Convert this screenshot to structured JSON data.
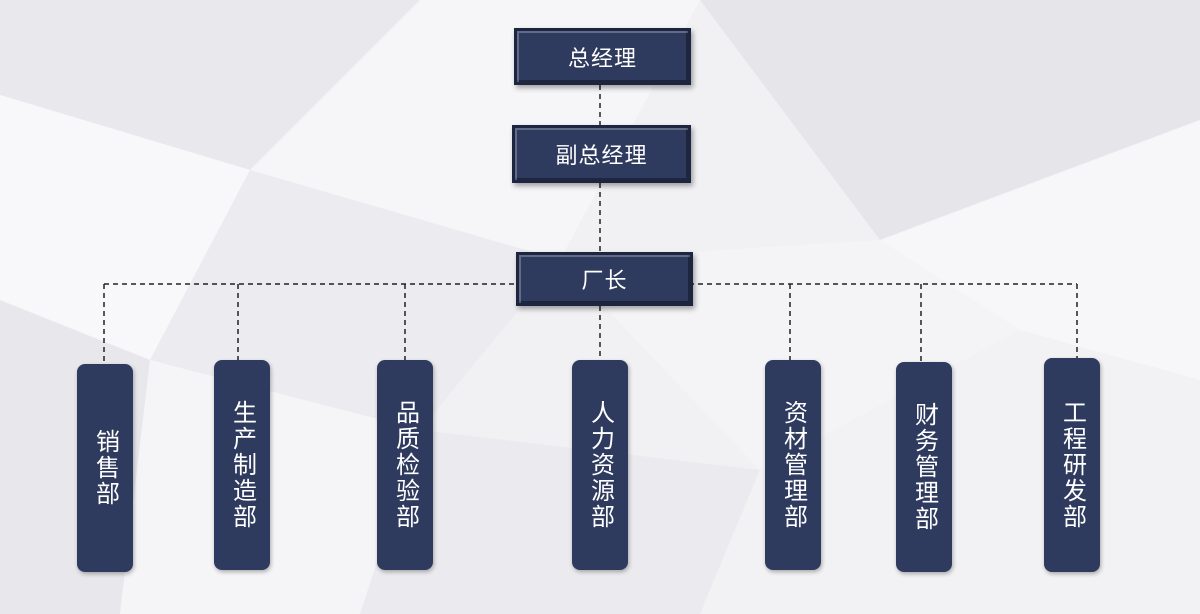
{
  "chart": {
    "top": {
      "ceo": "总经理",
      "vp": "副总经理",
      "plant": "厂长"
    },
    "departments": [
      {
        "label": "销售部"
      },
      {
        "label": "生产制造部"
      },
      {
        "label": "品质检验部"
      },
      {
        "label": "人力资源部"
      },
      {
        "label": "资材管理部"
      },
      {
        "label": "财务管理部"
      },
      {
        "label": "工程研发部"
      }
    ]
  },
  "colors": {
    "box": "#2f3b5e",
    "box_border": "#1d2640",
    "connector": "#222222",
    "background": "#f1f1f3"
  }
}
